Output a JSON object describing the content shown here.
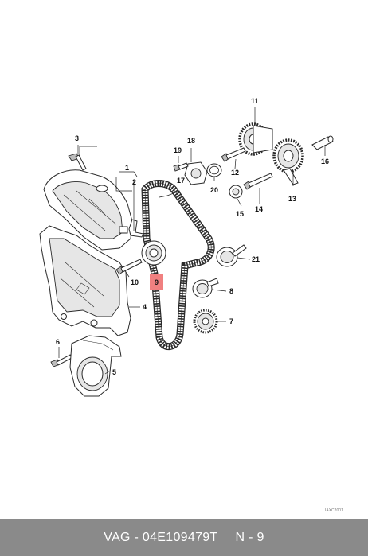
{
  "callouts": {
    "c1": "1",
    "c2": "2",
    "c3": "3",
    "c4": "4",
    "c5": "5",
    "c6": "6",
    "c7": "7",
    "c8": "8",
    "c9": "9",
    "c10": "10",
    "c11": "11",
    "c12": "12",
    "c13": "13",
    "c15": "15",
    "c16": "16",
    "c17": "17",
    "c18": "18",
    "c19": "19",
    "c20": "20",
    "c21": "21"
  },
  "highlight": {
    "color": "#f08080",
    "part": "9"
  },
  "footer": {
    "part_number": "VAG - 04E109479T",
    "position": "N - 9",
    "background": "#8a8a8a"
  },
  "watermark": "IAXC2001"
}
